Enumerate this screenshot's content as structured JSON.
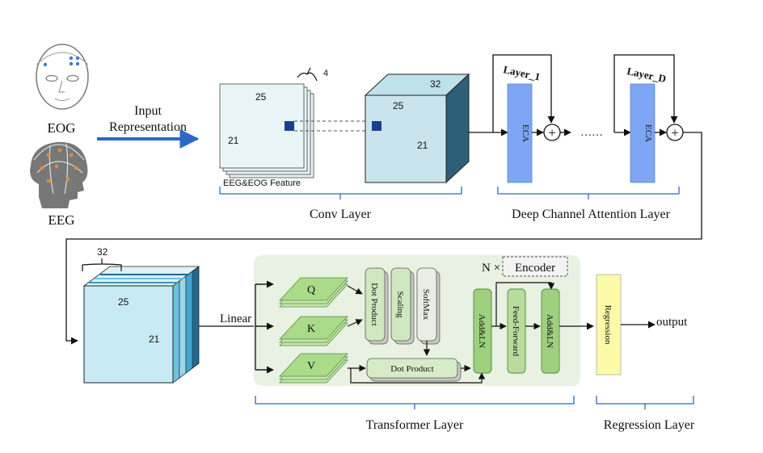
{
  "inputs": {
    "eog": "EOG",
    "eeg": "EEG",
    "representation_line1": "Input",
    "representation_line2": "Representation"
  },
  "conv": {
    "stack_count": "4",
    "feature_dim_25": "25",
    "feature_dim_21": "21",
    "feature_caption": "EEG&EOG Feature",
    "cube_depth": "32",
    "cube_dim_25": "25",
    "cube_dim_21": "21",
    "section_label": "Conv Layer"
  },
  "attention": {
    "layer_1": "Layer_1",
    "layer_d": "Layer_D",
    "eca_1": "ECA",
    "eca_d": "ECA",
    "plus_symbol": "+",
    "dots": "……",
    "section_label": "Deep Channel Attention Layer"
  },
  "transformer": {
    "input_depth": "32",
    "input_dim_25": "25",
    "input_dim_21": "21",
    "linear": "Linear",
    "q": "Q",
    "k": "K",
    "v": "V",
    "dot_product": "Dot Product",
    "scaling": "Scaling",
    "softmax": "SoftMax",
    "dot_product_v": "Dot Product",
    "encoder_prefix": "N ×",
    "encoder": "Encoder",
    "add_ln_1": "Add&LN",
    "feed_forward": "Feed-Forward",
    "add_ln_2": "Add&LN",
    "section_label": "Transformer Layer"
  },
  "regression": {
    "block": "Regression",
    "output": "output",
    "section_label": "Regression Layer"
  },
  "colors": {
    "arrow_blue": "#2f67c8",
    "eca_blue": "#7ea6f5",
    "cube_face": "#c9e4ec",
    "green_panel": "#e8f1e2",
    "green_block": "#9ed07f",
    "regression_yellow": "#fbfaa8",
    "bracket_blue": "#2f67c8"
  }
}
